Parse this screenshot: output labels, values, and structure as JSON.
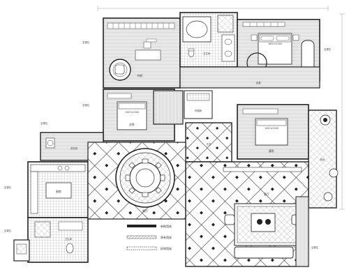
{
  "plan": {
    "colors": {
      "wall": "#222222",
      "floor_wood": "#c8c8c8",
      "floor_tile": "#2a2a2a",
      "line": "#555555",
      "paper": "#ffffff"
    },
    "rooms": [
      {
        "key": "study",
        "label": "书房"
      },
      {
        "key": "bath_top",
        "label": "卫生间"
      },
      {
        "key": "master",
        "label": "主卧"
      },
      {
        "key": "bedroom2",
        "label": "次卧"
      },
      {
        "key": "bedroom3",
        "label": "客卧"
      },
      {
        "key": "kitchen",
        "label": "厨房"
      },
      {
        "key": "dining",
        "label": "餐厅"
      },
      {
        "key": "living",
        "label": "客厅"
      },
      {
        "key": "corridor",
        "label": "走道"
      },
      {
        "key": "balcony",
        "label": "阳台"
      },
      {
        "key": "laundry",
        "label": "洗衣房"
      },
      {
        "key": "bath_bottom",
        "label": "卫生间"
      },
      {
        "key": "foyer",
        "label": "玄关"
      },
      {
        "key": "wardrobe",
        "label": "衣帽间"
      }
    ],
    "bed_sizes": [
      "1500×2000",
      "1500×2000",
      "1800×2000"
    ],
    "legend": [
      {
        "key": "wall_new",
        "label": "新砌墙体"
      },
      {
        "key": "wall_old",
        "label": "原有墙体"
      },
      {
        "key": "wall_demo",
        "label": "拆除墙体"
      }
    ],
    "annotations": [
      "空调位",
      "空调位",
      "空调位",
      "空调位",
      "空调位",
      "空调位",
      "空调位"
    ]
  }
}
